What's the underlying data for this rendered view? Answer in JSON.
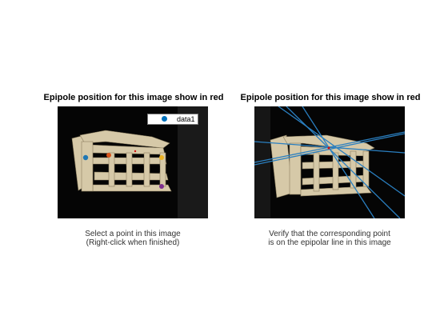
{
  "left": {
    "title": "Epipole position for this image show in red",
    "caption_line1": "Select a point in this image",
    "caption_line2": "(Right-click when finished)",
    "legend_label": "data1"
  },
  "right": {
    "title": "Epipole position for this image show in red",
    "caption_line1": "Verify that the corresponding point",
    "caption_line2": "is on the epipolar line in this image"
  },
  "colors": {
    "figure_background": "#ffffff",
    "image_background": "#000000",
    "epipolar_line": "#2a7fc0",
    "epipole": "#d01010",
    "points": [
      "#1f77b4",
      "#d95319",
      "#edb120",
      "#7e2f8e"
    ]
  }
}
